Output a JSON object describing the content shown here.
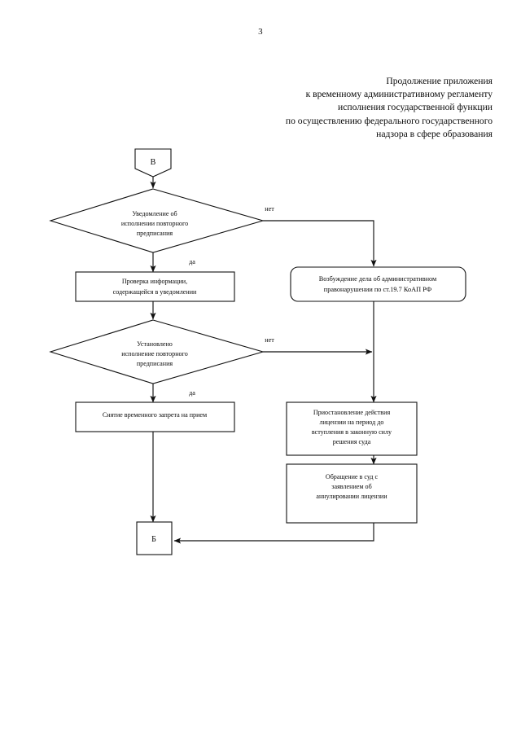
{
  "document": {
    "page_number": "3",
    "header_lines": [
      "Продолжение приложения",
      "к временному административному регламенту",
      "исполнения государственной функции",
      "по осуществлению федерального государственного",
      "надзора в сфере образования"
    ]
  },
  "colors": {
    "page_background": "#ffffff",
    "stroke": "#111111",
    "text": "#0a0a0a",
    "shape_fill": "#ffffff"
  },
  "flowchart": {
    "type": "flowchart",
    "orientation": "top-to-bottom",
    "connector_in": {
      "id": "conn-v",
      "shape": "pentagon",
      "label": "В"
    },
    "connector_out": {
      "id": "conn-b",
      "shape": "rectangle",
      "label": "Б"
    },
    "nodes": [
      {
        "id": "d1",
        "shape": "diamond",
        "lines": [
          "Уведомление об",
          "исполнении повторного",
          "предписания"
        ]
      },
      {
        "id": "p1",
        "shape": "rectangle",
        "lines": [
          "Проверка информации,",
          "содержащейся в уведомлении"
        ]
      },
      {
        "id": "r1",
        "shape": "rounded-rectangle",
        "lines": [
          "Возбуждение дела об административном",
          "правонарушении по ст.19.7 КоАП РФ"
        ]
      },
      {
        "id": "d2",
        "shape": "diamond",
        "lines": [
          "Установлено",
          "исполнение повторного",
          "предписания"
        ]
      },
      {
        "id": "p2",
        "shape": "rectangle",
        "lines": [
          "Снятие временного запрета на прием"
        ]
      },
      {
        "id": "p3",
        "shape": "rectangle",
        "lines": [
          "Приостановление действия",
          "лицензии на период до",
          "вступления в законную силу",
          "решения суда"
        ]
      },
      {
        "id": "p4",
        "shape": "rectangle",
        "lines": [
          "Обращение в суд с",
          "заявлением об",
          "аннулировании лицензии"
        ]
      }
    ],
    "edges": [
      {
        "id": "e-v-d1",
        "from": "conn-v",
        "to": "d1",
        "label": ""
      },
      {
        "id": "e-d1-no",
        "from": "d1",
        "to": "r1",
        "label": "нет"
      },
      {
        "id": "e-d1-yes",
        "from": "d1",
        "to": "p1",
        "label": "да"
      },
      {
        "id": "e-p1-d2",
        "from": "p1",
        "to": "d2",
        "label": ""
      },
      {
        "id": "e-d2-no",
        "from": "d2",
        "to": "p3",
        "label": "нет"
      },
      {
        "id": "e-d2-yes",
        "from": "d2",
        "to": "p2",
        "label": "да"
      },
      {
        "id": "e-r1-p3",
        "from": "r1",
        "to": "p3",
        "label": ""
      },
      {
        "id": "e-p2-b",
        "from": "p2",
        "to": "conn-b",
        "label": ""
      },
      {
        "id": "e-p3-p4",
        "from": "p3",
        "to": "p4",
        "label": ""
      },
      {
        "id": "e-p4-b",
        "from": "p4",
        "to": "conn-b",
        "label": ""
      }
    ],
    "labels": {
      "yes": "да",
      "no": "нет"
    }
  }
}
